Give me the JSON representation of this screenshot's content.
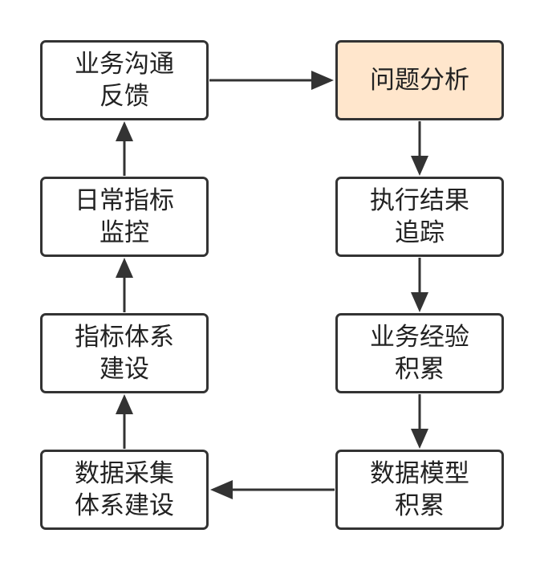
{
  "colors": {
    "stroke": "#333333",
    "node_fill": "#ffffff",
    "highlight_fill": "#ffe6cc",
    "text": "#222222"
  },
  "nodes": {
    "comm": {
      "line1": "业务沟通",
      "line2": "反馈"
    },
    "analysis": {
      "line1": "问题分析",
      "highlighted": true
    },
    "monitor": {
      "line1": "日常指标",
      "line2": "监控"
    },
    "track": {
      "line1": "执行结果",
      "line2": "追踪"
    },
    "system": {
      "line1": "指标体系",
      "line2": "建设"
    },
    "experience": {
      "line1": "业务经验",
      "line2": "积累"
    },
    "collect": {
      "line1": "数据采集",
      "line2": "体系建设"
    },
    "model": {
      "line1": "数据模型",
      "line2": "积累"
    }
  },
  "edges": [
    {
      "from": "comm",
      "to": "analysis"
    },
    {
      "from": "analysis",
      "to": "track"
    },
    {
      "from": "track",
      "to": "experience"
    },
    {
      "from": "experience",
      "to": "model"
    },
    {
      "from": "model",
      "to": "collect"
    },
    {
      "from": "collect",
      "to": "system"
    },
    {
      "from": "system",
      "to": "monitor"
    },
    {
      "from": "monitor",
      "to": "comm"
    }
  ]
}
